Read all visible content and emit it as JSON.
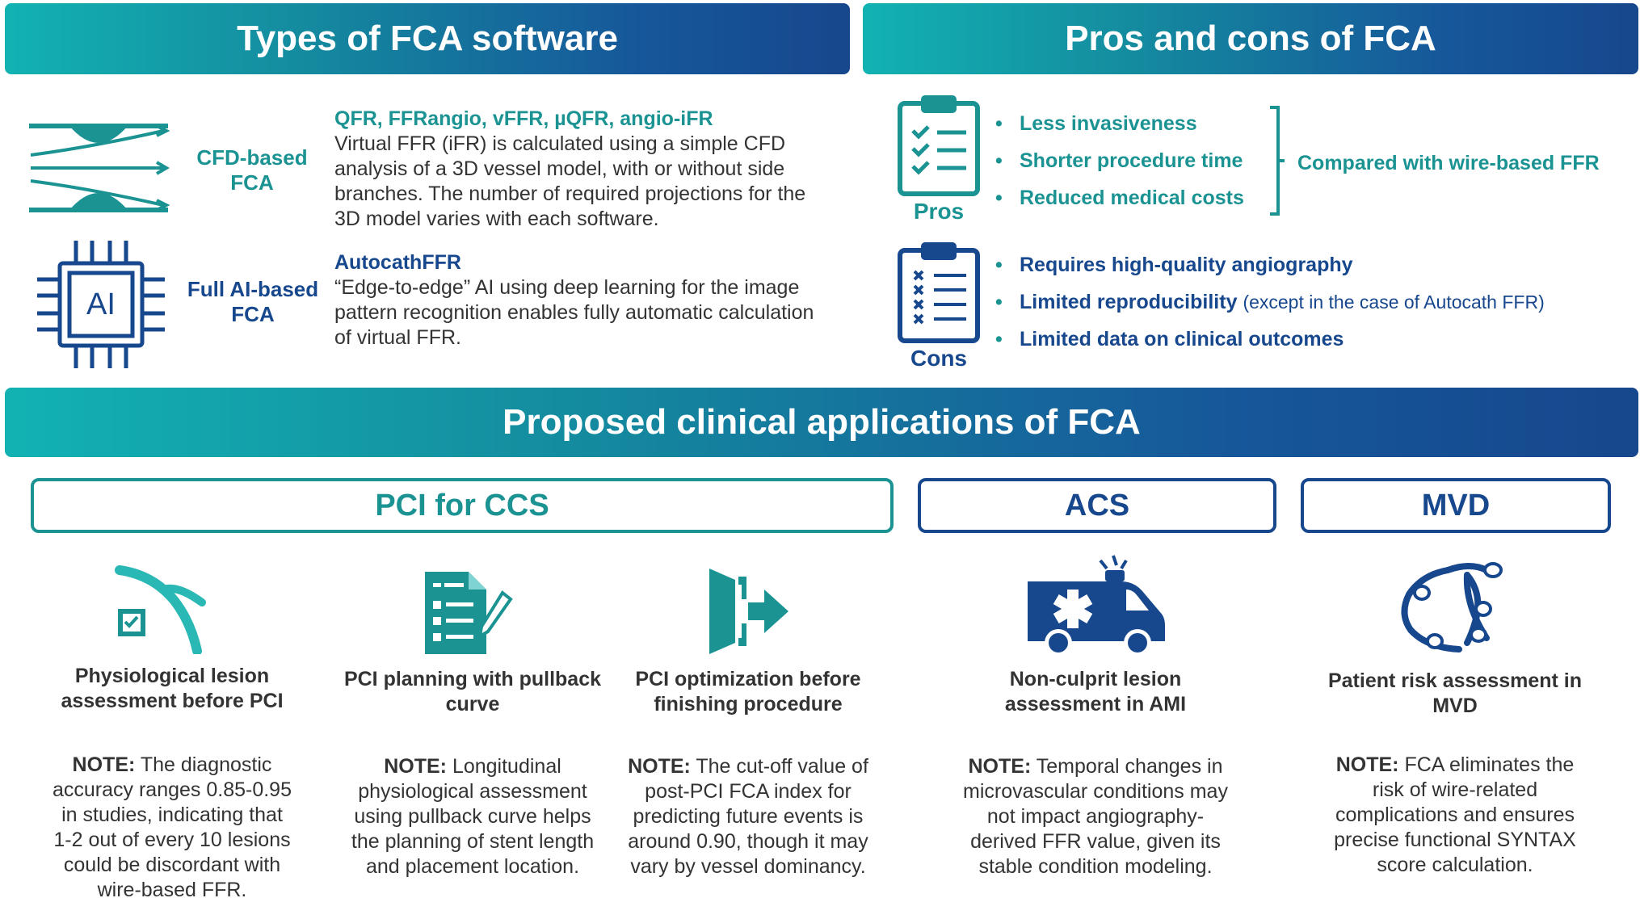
{
  "headers": {
    "types": "Types of FCA software",
    "pros_cons": "Pros and cons of  FCA",
    "applications": "Proposed clinical applications of FCA"
  },
  "fca_types": [
    {
      "label_line1": "CFD-based",
      "label_line2": "FCA",
      "icon": "flow-stenosis-icon",
      "title": "QFR, FFRangio, vFFR, µQFR, angio-iFR",
      "description": [
        "Virtual FFR (iFR) is calculated using a simple CFD",
        "analysis of a 3D vessel model, with or without side",
        "branches. The number of required projections for the",
        "3D model varies with each software."
      ]
    },
    {
      "label_line1": "Full AI-based",
      "label_line2": "FCA",
      "icon": "ai-chip-icon",
      "chip_text": "AI",
      "title": "AutocathFFR",
      "description": [
        "“Edge-to-edge” AI using deep learning for the image",
        "pattern recognition enables fully automatic calculation",
        "of virtual FFR."
      ]
    }
  ],
  "pros": {
    "label": "Pros",
    "icon": "checklist-icon",
    "items": [
      "Less invasiveness",
      "Shorter procedure time",
      "Reduced medical costs"
    ],
    "bracket_text": "Compared with wire-based FFR"
  },
  "cons": {
    "label": "Cons",
    "icon": "crosslist-icon",
    "items": [
      {
        "main": "Requires high-quality angiography",
        "sub": ""
      },
      {
        "main": "Limited reproducibility",
        "sub": "(except in the case of Autocath FFR)"
      },
      {
        "main": "Limited data on clinical outcomes",
        "sub": ""
      }
    ]
  },
  "app_categories": [
    {
      "label": "PCI for CCS",
      "color": "#1b9393"
    },
    {
      "label": "ACS",
      "color": "#17478d"
    },
    {
      "label": "MVD",
      "color": "#17478d"
    }
  ],
  "applications": [
    {
      "icon": "vessel-check-icon",
      "title": [
        "Physiological lesion",
        "assessment before PCI"
      ],
      "note_label": "NOTE:",
      "note": [
        "The diagnostic",
        "accuracy ranges 0.85-0.95",
        "in studies, indicating that",
        "1-2 out of every 10 lesions",
        "could be discordant with",
        "wire-based FFR."
      ]
    },
    {
      "icon": "document-pen-icon",
      "title": [
        "PCI planning with pullback",
        "curve"
      ],
      "note_label": "NOTE:",
      "note": [
        "Longitudinal",
        "physiological assessment",
        "using pullback curve helps",
        "the planning of stent length",
        "and placement location."
      ]
    },
    {
      "icon": "exit-door-icon",
      "title": [
        "PCI optimization before",
        "finishing procedure"
      ],
      "note_label": "NOTE:",
      "note": [
        "The cut-off value of",
        "post-PCI FCA index for",
        "predicting future events is",
        "around 0.90, though it may",
        "vary by vessel dominancy."
      ]
    },
    {
      "icon": "ambulance-icon",
      "title": [
        "Non-culprit lesion",
        "assessment in AMI"
      ],
      "note_label": "NOTE:",
      "note": [
        "Temporal changes in",
        "microvascular conditions may",
        "not impact angiography-",
        "derived FFR value, given its",
        "stable condition modeling."
      ]
    },
    {
      "icon": "multivessel-icon",
      "title": [
        "Patient risk assessment in",
        "MVD"
      ],
      "note_label": "NOTE:",
      "note": [
        "FCA eliminates the",
        "risk of wire-related",
        "complications and ensures",
        "precise functional SYNTAX",
        "score calculation."
      ]
    }
  ]
}
